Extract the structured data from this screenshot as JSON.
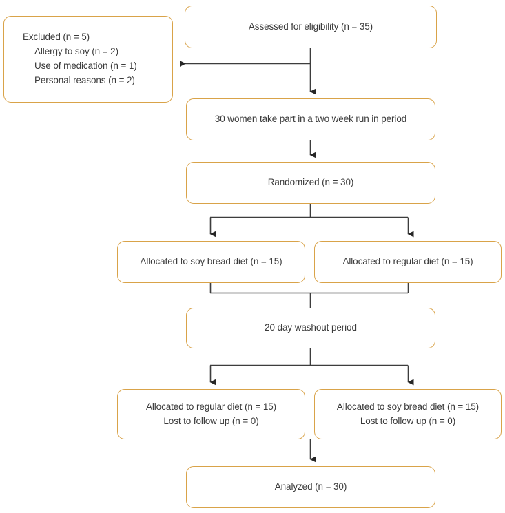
{
  "diagram": {
    "type": "consort-flow-diagram",
    "colors": {
      "box_border": "#d9a349",
      "box_fill": "#ffffff",
      "text": "#3b3b3b",
      "connector": "#3d3d3d",
      "background": "#ffffff"
    },
    "nodes": {
      "assessed": {
        "label": "Assessed for eligibility (n = 35)"
      },
      "excluded": {
        "heading": "Excluded (n = 5)",
        "reasons": [
          "Allergy to soy (n = 2)",
          "Use of medication (n = 1)",
          "Personal reasons (n = 2)"
        ]
      },
      "run_in": {
        "label": "30 women take part in a two week run in period"
      },
      "randomized": {
        "label": "Randomized (n = 30)"
      },
      "alloc_soy_period1": {
        "label": "Allocated to soy bread diet (n = 15)"
      },
      "alloc_regular_period1": {
        "label": "Allocated to regular diet (n = 15)"
      },
      "washout": {
        "label": "20 day washout period"
      },
      "alloc_regular_period2": {
        "line1": "Allocated to regular diet (n = 15)",
        "line2": "Lost to follow up (n = 0)"
      },
      "alloc_soy_period2": {
        "line1": "Allocated to soy bread diet (n = 15)",
        "line2": "Lost to follow up (n = 0)"
      },
      "analyzed": {
        "label": "Analyzed (n = 30)"
      }
    },
    "connectors": [
      {
        "name": "assessed-to-runin",
        "from": "assessed",
        "to": "run_in",
        "arrow": "down"
      },
      {
        "name": "assessed-to-excluded",
        "from": "assessed",
        "to": "excluded",
        "arrow": "left"
      },
      {
        "name": "runin-to-randomized",
        "from": "run_in",
        "to": "randomized",
        "arrow": "down"
      },
      {
        "name": "randomized-split",
        "from": "randomized",
        "to": "alloc_soy_period1, alloc_regular_period1",
        "arrow": "down-split"
      },
      {
        "name": "period1-merge-to-washout",
        "from": "alloc_soy_period1, alloc_regular_period1",
        "to": "washout",
        "arrow": "none"
      },
      {
        "name": "washout-split",
        "from": "washout",
        "to": "alloc_regular_period2, alloc_soy_period2",
        "arrow": "down-split"
      },
      {
        "name": "period2-merge-to-analyzed",
        "from": "alloc_regular_period2, alloc_soy_period2",
        "to": "analyzed",
        "arrow": "down"
      }
    ]
  }
}
